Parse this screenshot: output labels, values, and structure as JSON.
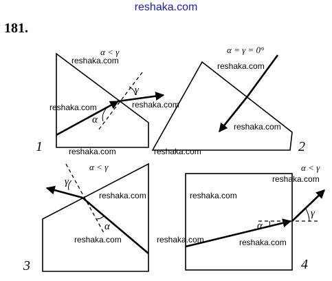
{
  "header": {
    "site": "reshaka.com"
  },
  "problem": {
    "number": "181."
  },
  "watermark": "reshaka.com",
  "figures": [
    {
      "id": "1",
      "label": "1",
      "condition": "α < γ",
      "angle_in": "α",
      "angle_out": "γ"
    },
    {
      "id": "2",
      "label": "2",
      "condition": "α = γ = 0°"
    },
    {
      "id": "3",
      "label": "3",
      "condition": "α < γ",
      "angle_in": "α",
      "angle_out": "γ"
    },
    {
      "id": "4",
      "label": "4",
      "condition": "α < γ",
      "angle_in": "α",
      "angle_out": "γ"
    }
  ],
  "colors": {
    "header_text": "#1a1acc",
    "ink": "#000000"
  }
}
